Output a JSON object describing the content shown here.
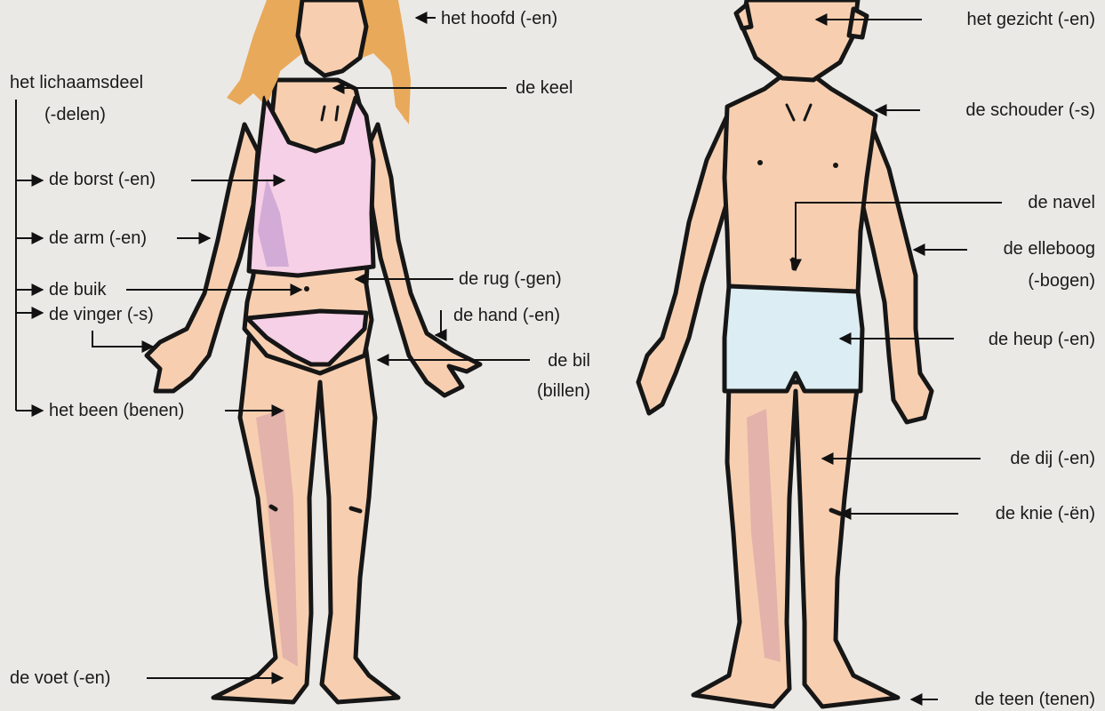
{
  "colors": {
    "background": "#ebe9e6",
    "skin": "#f7cfb0",
    "skin_shadow": "#d49aa6",
    "outline": "#161616",
    "hair": "#e8a95a",
    "top": "#f6d0e6",
    "top_shadow": "#c9a2d2",
    "boy_shorts": "#dcedf3"
  },
  "labels": {
    "hoofd": "het hoofd (-en)",
    "lichaamsdeel": "het lichaamsdeel",
    "lichaamsdeel_plural": "(-delen)",
    "keel": "de keel",
    "borst": "de borst (-en)",
    "arm": "de arm (-en)",
    "buik": "de buik",
    "rug": "de rug (-gen)",
    "vinger": "de vinger (-s)",
    "hand": "de hand (-en)",
    "bil": "de bil",
    "bil_plural": "(billen)",
    "been": "het been (benen)",
    "voet": "de voet (-en)",
    "gezicht": "het gezicht (-en)",
    "schouder": "de schouder (-s)",
    "navel": "de navel",
    "elleboog": "de elleboog",
    "elleboog_plural": "(-bogen)",
    "heup": "de heup (-en)",
    "dij": "de dij (-en)",
    "knie": "de knie (-ën)",
    "teen": "de teen (tenen)"
  }
}
